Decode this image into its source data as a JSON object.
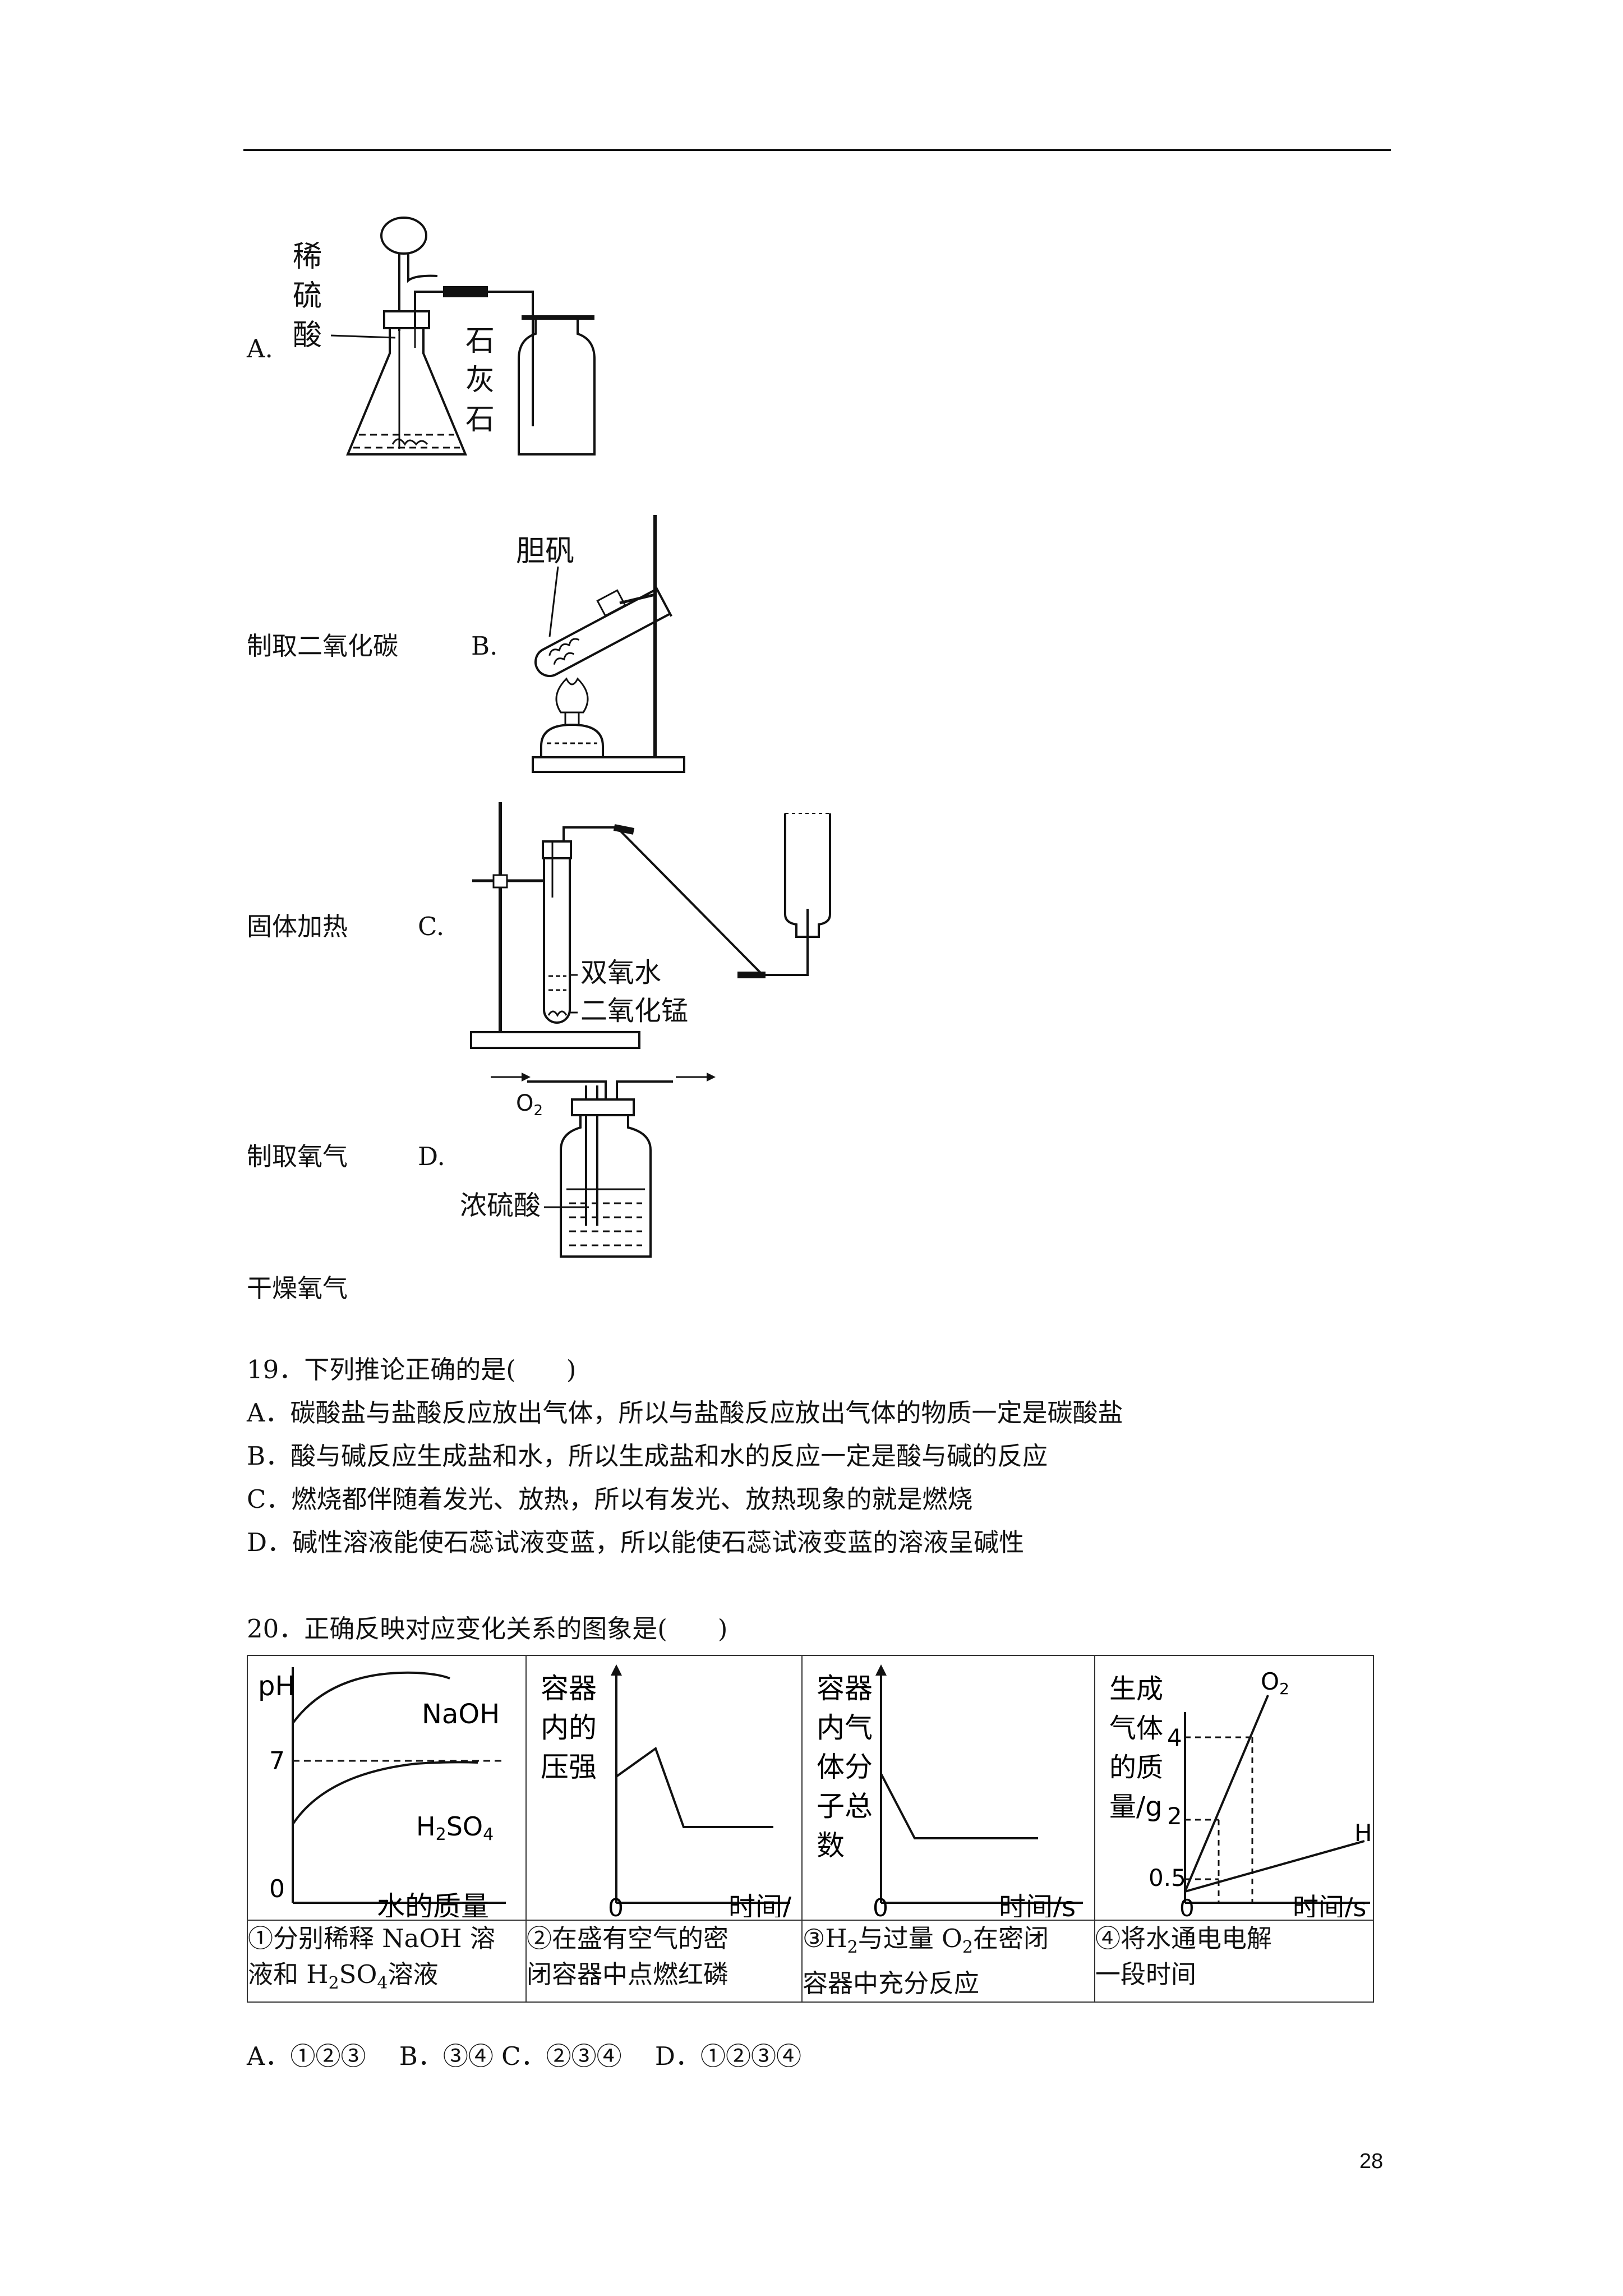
{
  "q18": {
    "a_label": "A.",
    "a_fig": {
      "left": [
        "稀",
        "硫",
        "酸"
      ],
      "right": [
        "石",
        "灰",
        "石"
      ]
    },
    "a_text": "制取二氧化碳",
    "b_label": "B.",
    "b_fig": {
      "label": "胆矾"
    },
    "b_text": "固体加热",
    "c_label": "C.",
    "c_fig": {
      "label1": "双氧水",
      "label2": "二氧化锰"
    },
    "c_text": "制取氧气",
    "d_label": "D.",
    "d_fig": {
      "gas": "O",
      "gas_sub": "2",
      "liquid": "浓硫酸"
    },
    "d_text": "干燥氧气"
  },
  "q19": {
    "stem": "19．下列推论正确的是(　　)",
    "options": [
      "A．碳酸盐与盐酸反应放出气体，所以与盐酸反应放出气体的物质一定是碳酸盐",
      "B．酸与碱反应生成盐和水，所以生成盐和水的反应一定是酸与碱的反应",
      "C．燃烧都伴随着发光、放热，所以有发光、放热现象的就是燃烧",
      "D．碱性溶液能使石蕊试液变蓝，所以能使石蕊试液变蓝的溶液呈碱性"
    ]
  },
  "q20": {
    "stem": "20．正确反映对应变化关系的图象是(　　)",
    "graph1": {
      "ylabel": "pH",
      "seven": "7",
      "zero": "0",
      "xlabel": "水的质量",
      "s1": "NaOH",
      "s2": "H",
      "s2sub": "2",
      "s2b": "SO",
      "s2sub2": "4"
    },
    "graph2": {
      "ylabel": [
        "容器",
        "内的",
        "压强"
      ],
      "zero": "0",
      "xlabel": "时间/"
    },
    "graph3": {
      "ylabel": [
        "容器",
        "内气",
        "体分",
        "子总",
        "数"
      ],
      "zero": "0",
      "xlabel": "时间/s"
    },
    "graph4": {
      "ylabel": [
        "生成",
        "气体",
        "的质",
        "量/g"
      ],
      "t4": "4",
      "t2": "2",
      "t05": "0.5",
      "zero": "0",
      "xlabel": "时间/s",
      "s1": "O",
      "s1sub": "2",
      "s2": "H"
    },
    "captions": [
      {
        "l1": "①分别稀释 NaOH 溶",
        "l2a": "液和 H",
        "l2s1": "2",
        "l2b": "SO",
        "l2s2": "4",
        "l2c": "溶液"
      },
      {
        "l1": "②在盛有空气的密",
        "l2": "闭容器中点燃红磷"
      },
      {
        "l1a": "③H",
        "l1s1": "2",
        "l1b": "与过量 O",
        "l1s2": "2",
        "l1c": "在密闭",
        "l2": "容器中充分反应"
      },
      {
        "l1": "④将水通电电解",
        "l2": "一段时间"
      }
    ],
    "answer_options": "A．①②③　 B．③④ C．②③④　 D．①②③④"
  },
  "page_number": "28"
}
